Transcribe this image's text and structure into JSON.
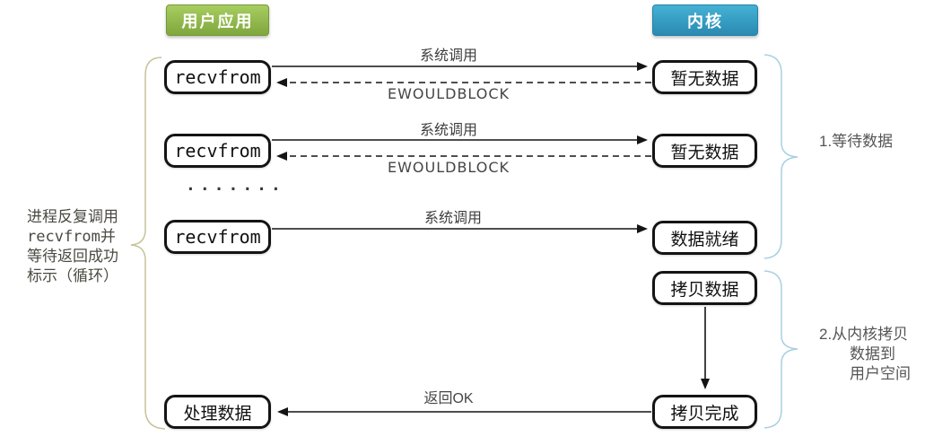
{
  "headers": {
    "user_app": "用户应用",
    "kernel": "内核"
  },
  "left_note": {
    "line1": "进程反复调用",
    "line2_code": "recvfrom",
    "line2_rest": "并",
    "line3": "等待返回成功",
    "line4": "标示（循环）"
  },
  "nodes": {
    "recvfrom1": "recvfrom",
    "recvfrom2": "recvfrom",
    "recvfrom3": "recvfrom",
    "process_data": "处理数据",
    "no_data1": "暂无数据",
    "no_data2": "暂无数据",
    "data_ready": "数据就绪",
    "copy_data": "拷贝数据",
    "copy_done": "拷贝完成"
  },
  "edge_labels": {
    "syscall1": "系统调用",
    "ewouldblock1": "EWOULDBLOCK",
    "syscall2": "系统调用",
    "ewouldblock2": "EWOULDBLOCK",
    "syscall3": "系统调用",
    "return_ok": "返回OK"
  },
  "ellipsis": ".......",
  "annotations": {
    "step1": "1.等待数据",
    "step2_line1": "2.从内核拷贝",
    "step2_line2": "数据到",
    "step2_line3": "用户空间"
  },
  "colors": {
    "user_app_top": "#a8cd60",
    "user_app_bottom": "#7fa73d",
    "kernel_top": "#45b1d4",
    "kernel_bottom": "#2a8ab3",
    "box_border": "#141414",
    "label_gray": "#454545",
    "note_color": "#4b4a42",
    "brace_left": "#c6c49a",
    "brace_right": "#a8d0e2"
  }
}
